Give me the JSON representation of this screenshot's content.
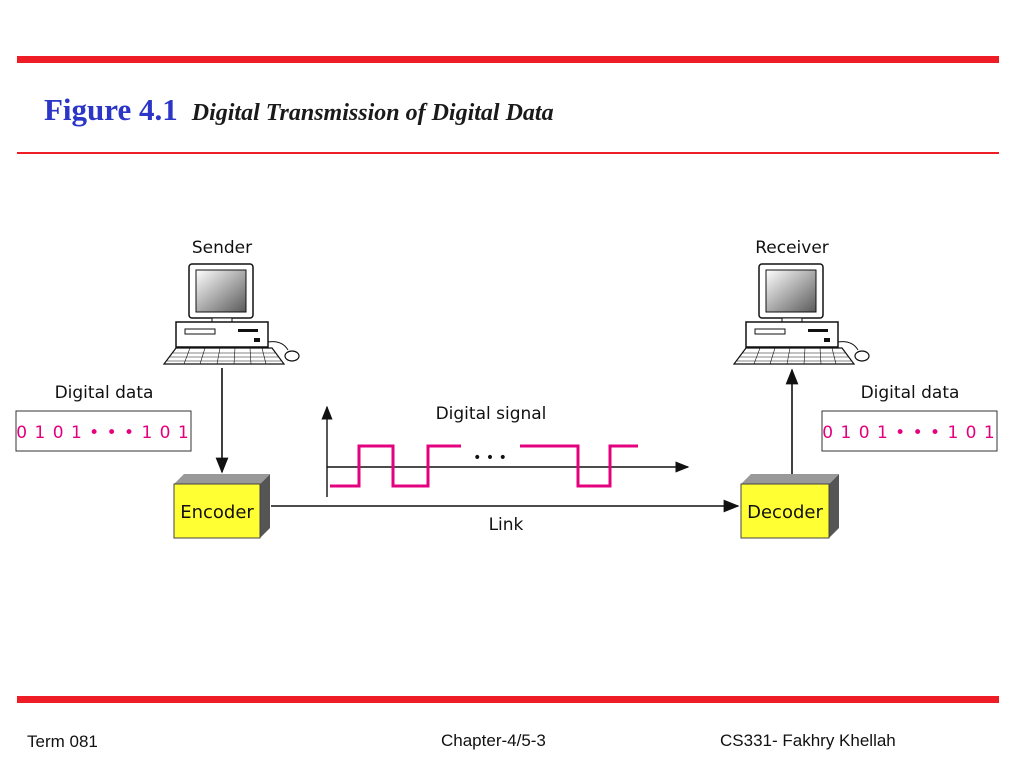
{
  "header": {
    "figure_number": "Figure 4.1",
    "caption": "Digital Transmission of Digital Data"
  },
  "diagram": {
    "sender_label": "Sender",
    "receiver_label": "Receiver",
    "sender_data_label": "Digital data",
    "receiver_data_label": "Digital data",
    "sender_bits": "0 1 0 1 • • • 1 0 1",
    "receiver_bits": "0 1 0 1 • • • 1 0 1",
    "signal_label": "Digital signal",
    "signal_ellipsis": "• • •",
    "encoder_label": "Encoder",
    "decoder_label": "Decoder",
    "link_label": "Link",
    "colors": {
      "signal": "#e4007e",
      "bits": "#e4007e",
      "box_fill": "#ffff33",
      "accent_bar": "#ee1c24",
      "title": "#2b35c6"
    }
  },
  "footer": {
    "left": "Term 081",
    "center": "Chapter-4/5-3",
    "right": "CS331- Fakhry Khellah"
  }
}
